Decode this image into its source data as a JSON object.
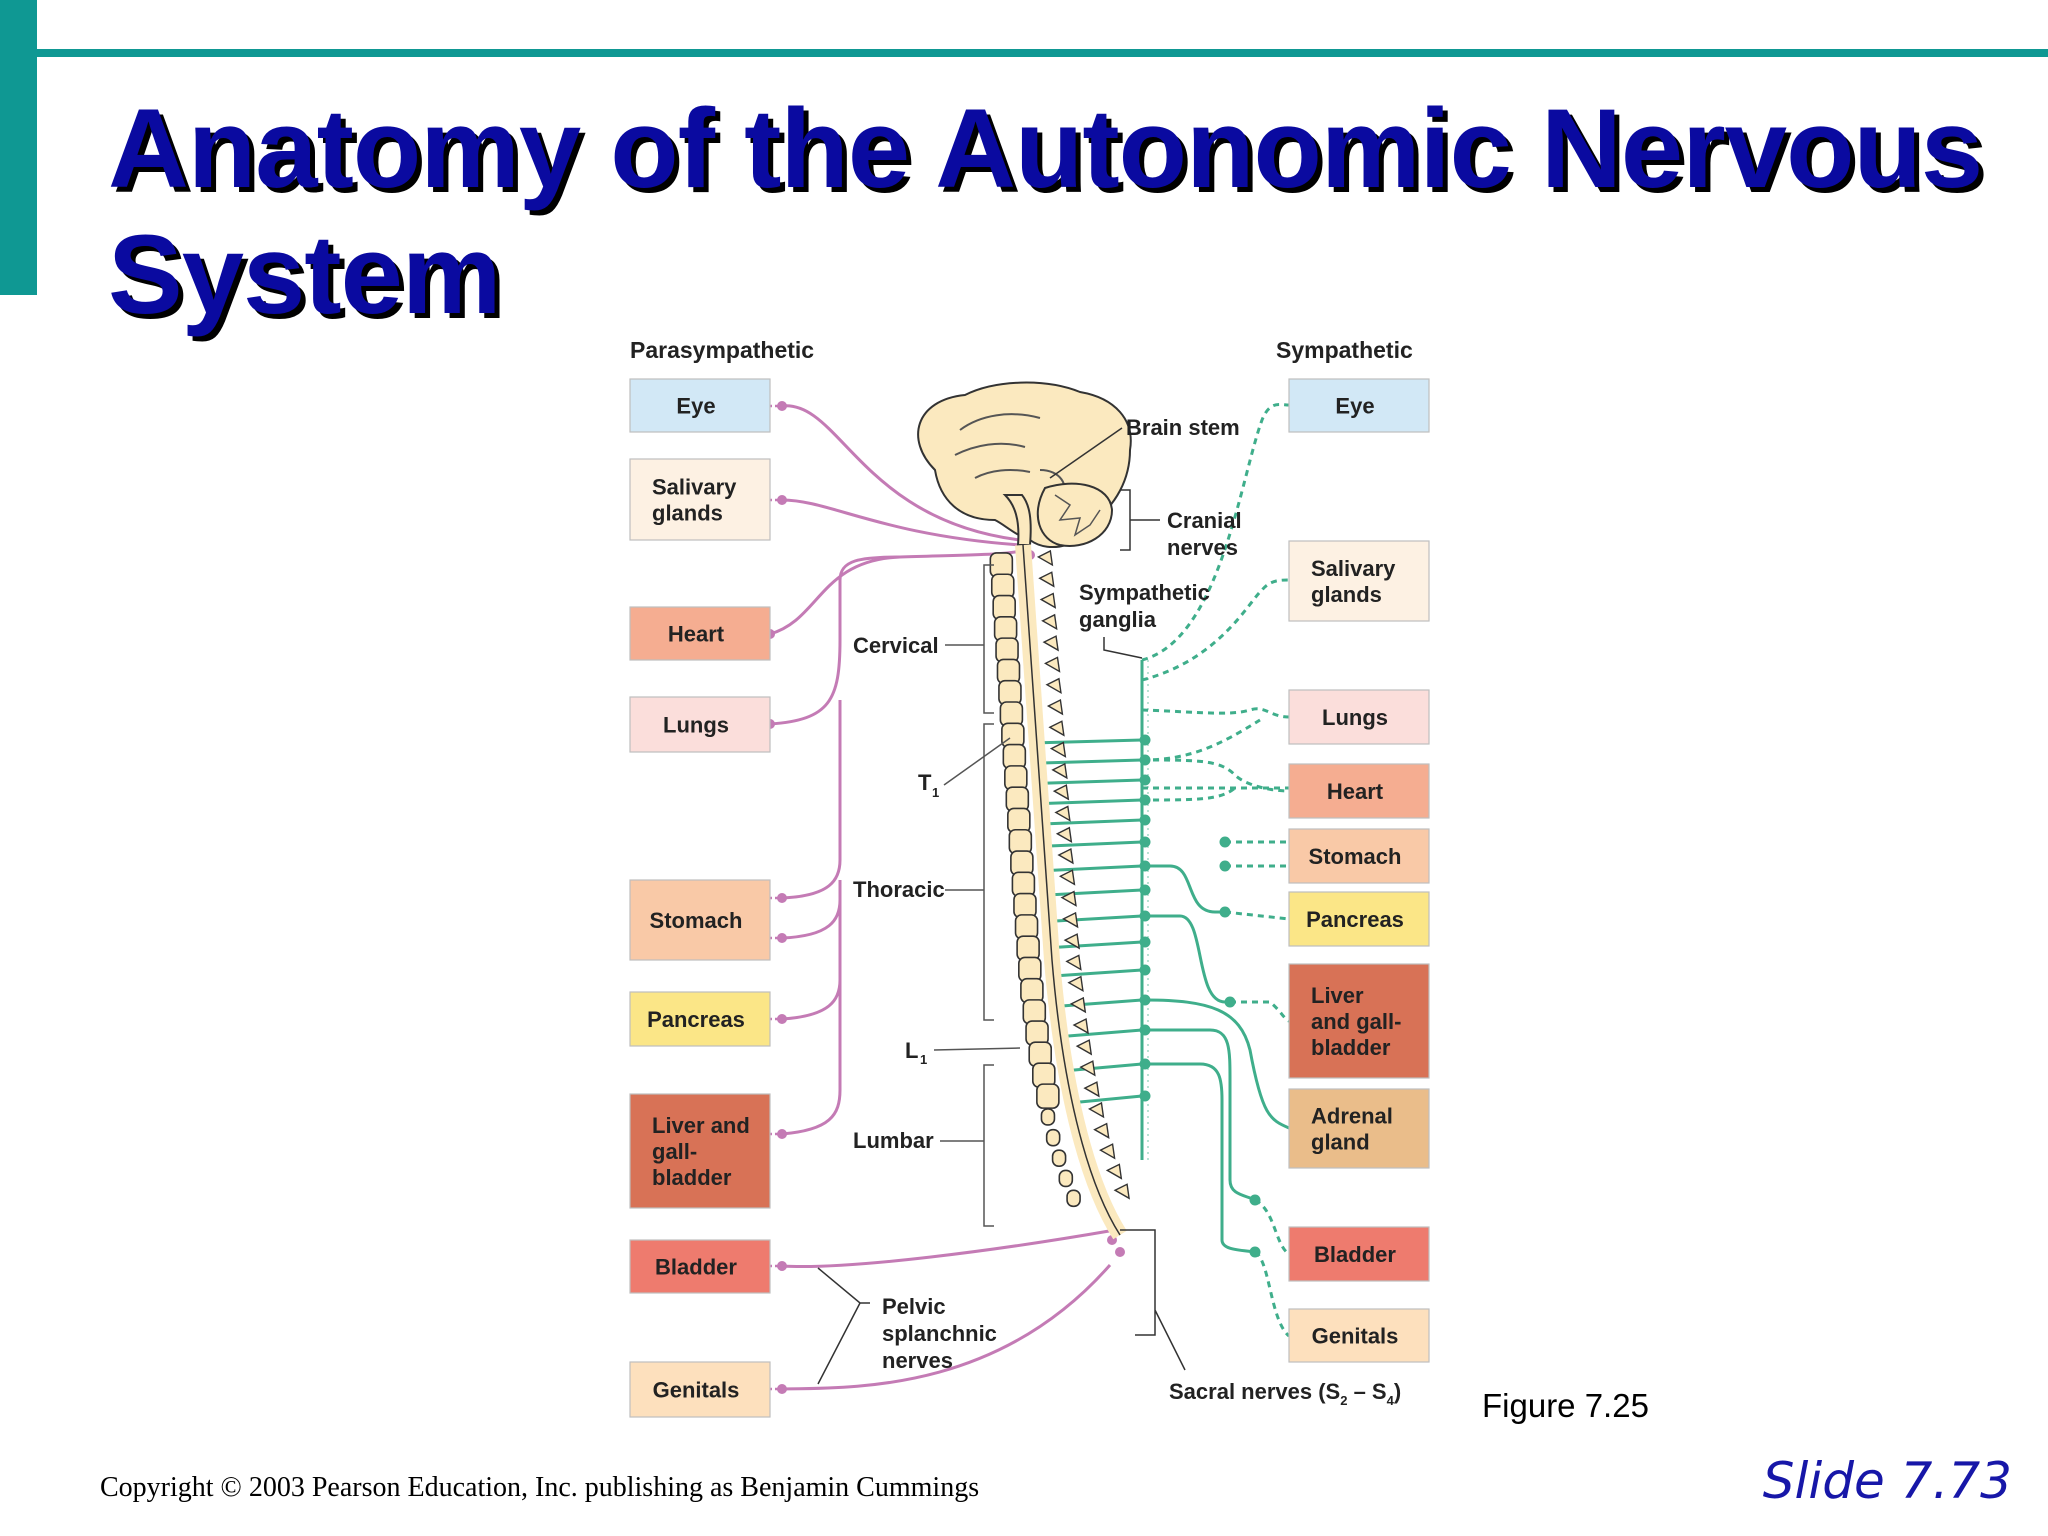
{
  "title": {
    "line1": "Anatomy of the Autonomic Nervous",
    "line2": "System"
  },
  "diagram": {
    "left_heading": "Parasympathetic",
    "right_heading": "Sympathetic",
    "parasympathetic_organs": [
      {
        "id": "eye",
        "lines": [
          "Eye"
        ],
        "color": "#d2e8f6"
      },
      {
        "id": "salivary",
        "lines": [
          "Salivary",
          "glands"
        ],
        "color": "#fdf1e3"
      },
      {
        "id": "heart",
        "lines": [
          "Heart"
        ],
        "color": "#f5ad91"
      },
      {
        "id": "lungs",
        "lines": [
          "Lungs"
        ],
        "color": "#fbdedb"
      },
      {
        "id": "stomach",
        "lines": [
          "Stomach"
        ],
        "color": "#f9c9a7"
      },
      {
        "id": "pancreas",
        "lines": [
          "Pancreas"
        ],
        "color": "#fbe687"
      },
      {
        "id": "liver",
        "lines": [
          "Liver and",
          "gall-",
          "bladder"
        ],
        "color": "#d87256"
      },
      {
        "id": "bladder",
        "lines": [
          "Bladder"
        ],
        "color": "#ee7b6e"
      },
      {
        "id": "genitals",
        "lines": [
          "Genitals"
        ],
        "color": "#fde0bd"
      }
    ],
    "sympathetic_organs": [
      {
        "id": "eye",
        "lines": [
          "Eye"
        ],
        "color": "#d2e8f6"
      },
      {
        "id": "salivary",
        "lines": [
          "Salivary",
          "glands"
        ],
        "color": "#fdf1e3"
      },
      {
        "id": "lungs",
        "lines": [
          "Lungs"
        ],
        "color": "#fbdedb"
      },
      {
        "id": "heart",
        "lines": [
          "Heart"
        ],
        "color": "#f5ad91"
      },
      {
        "id": "stomach",
        "lines": [
          "Stomach"
        ],
        "color": "#f9c9a7"
      },
      {
        "id": "pancreas",
        "lines": [
          "Pancreas"
        ],
        "color": "#fbe687"
      },
      {
        "id": "liver",
        "lines": [
          "Liver",
          "and gall-",
          "bladder"
        ],
        "color": "#d87256"
      },
      {
        "id": "adrenal",
        "lines": [
          "Adrenal",
          "gland"
        ],
        "color": "#eabd8a"
      },
      {
        "id": "bladder",
        "lines": [
          "Bladder"
        ],
        "color": "#ee7b6e"
      },
      {
        "id": "genitals",
        "lines": [
          "Genitals"
        ],
        "color": "#fde0bd"
      }
    ],
    "labels": {
      "brain_stem": "Brain stem",
      "cranial_nerves": [
        "Cranial",
        "nerves"
      ],
      "sympathetic_ganglia": [
        "Sympathetic",
        "ganglia"
      ],
      "cervical": "Cervical",
      "t1": "T",
      "t1_sub": "1",
      "thoracic": "Thoracic",
      "l1": "L",
      "l1_sub": "1",
      "lumbar": "Lumbar",
      "pelvic_splanchnic": [
        "Pelvic",
        "splanchnic",
        "nerves"
      ],
      "sacral_prefix": "Sacral nerves (S",
      "sacral_sub1": "2",
      "sacral_mid": " – S",
      "sacral_sub2": "4",
      "sacral_suffix": ")"
    },
    "colors": {
      "parasympathetic": "#c47bb5",
      "sympathetic": "#3fae8b",
      "bone": "#fbe9bf",
      "outline": "#333333"
    }
  },
  "figure_label": "Figure 7.25",
  "copyright": "Copyright © 2003 Pearson Education, Inc. publishing as Benjamin Cummings",
  "slide_number": "Slide 7.73"
}
